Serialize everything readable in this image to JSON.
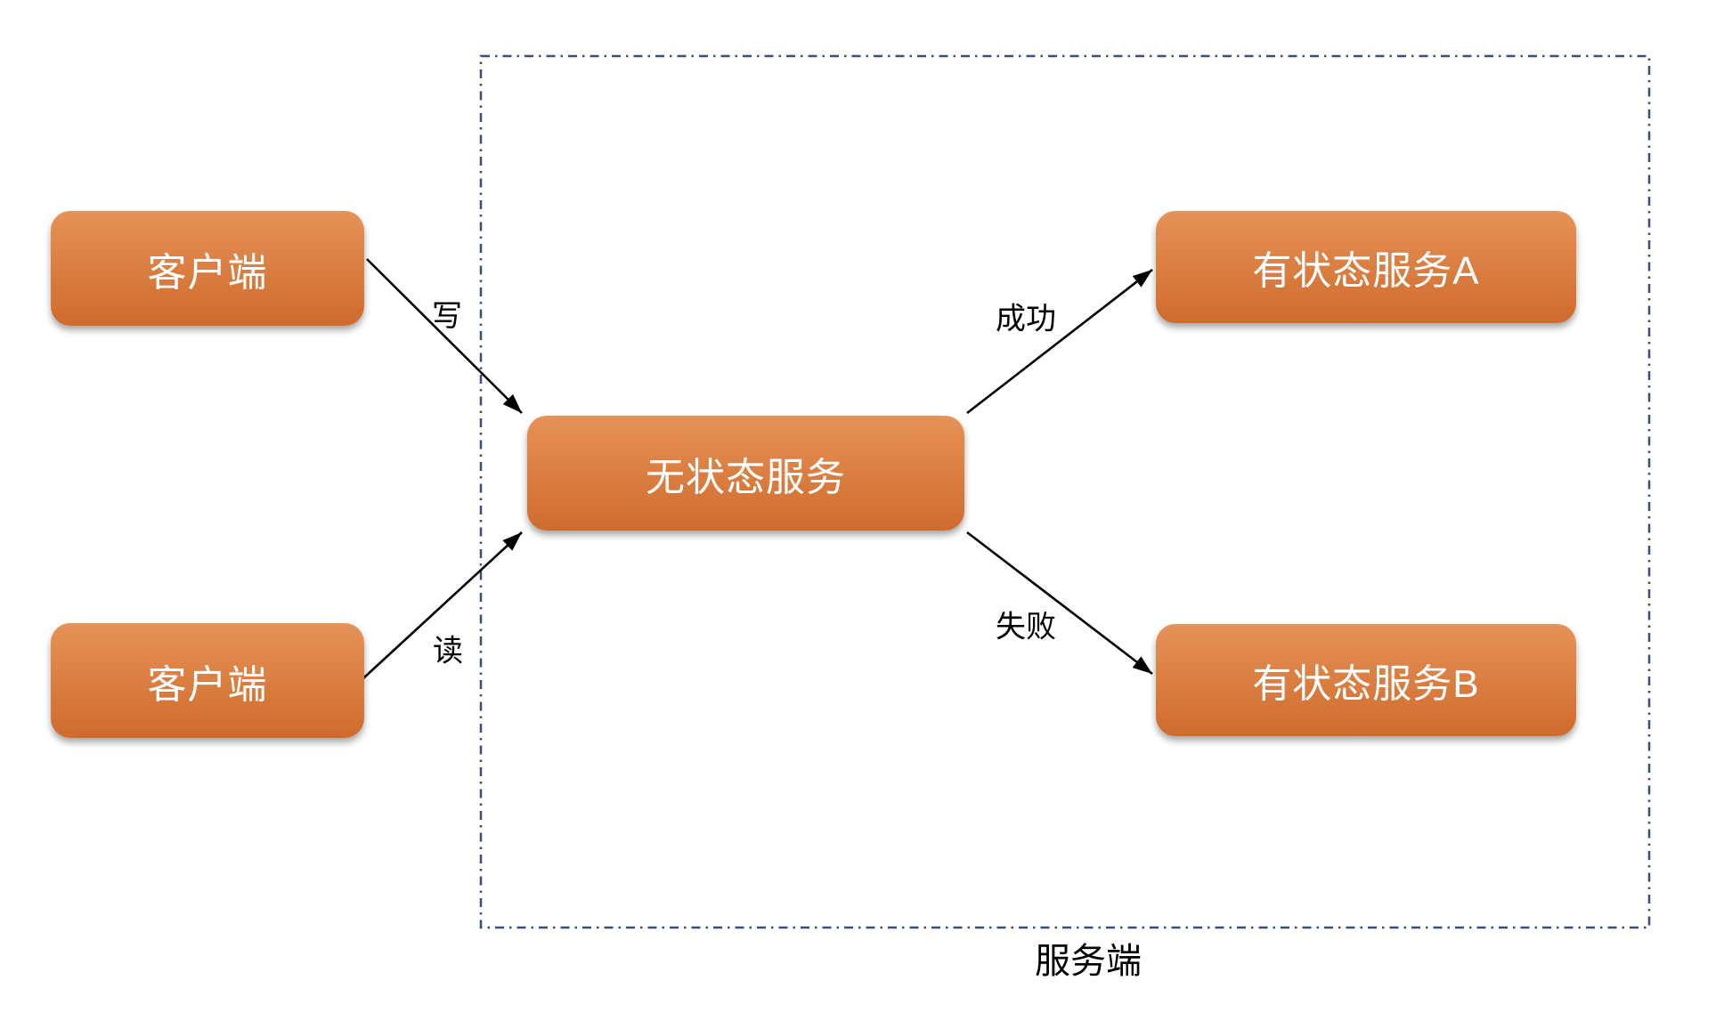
{
  "diagram": {
    "nodes": {
      "client_top": {
        "label": "客户端"
      },
      "client_bottom": {
        "label": "客户端"
      },
      "stateless": {
        "label": "无状态服务"
      },
      "stateful_a": {
        "label": "有状态服务A"
      },
      "stateful_b": {
        "label": "有状态服务B"
      }
    },
    "edges": {
      "write": {
        "label": "写"
      },
      "read": {
        "label": "读"
      },
      "success": {
        "label": "成功"
      },
      "failure": {
        "label": "失败"
      }
    },
    "boundary": {
      "label": "服务端"
    },
    "colors": {
      "node_gradient_top": "#E69258",
      "node_gradient_bottom": "#CF6B2C",
      "node_text": "#FFFFFF",
      "boundary_border": "#35507E",
      "arrow": "#000000",
      "edge_label_text": "#000000",
      "background": "#FFFFFF"
    }
  }
}
